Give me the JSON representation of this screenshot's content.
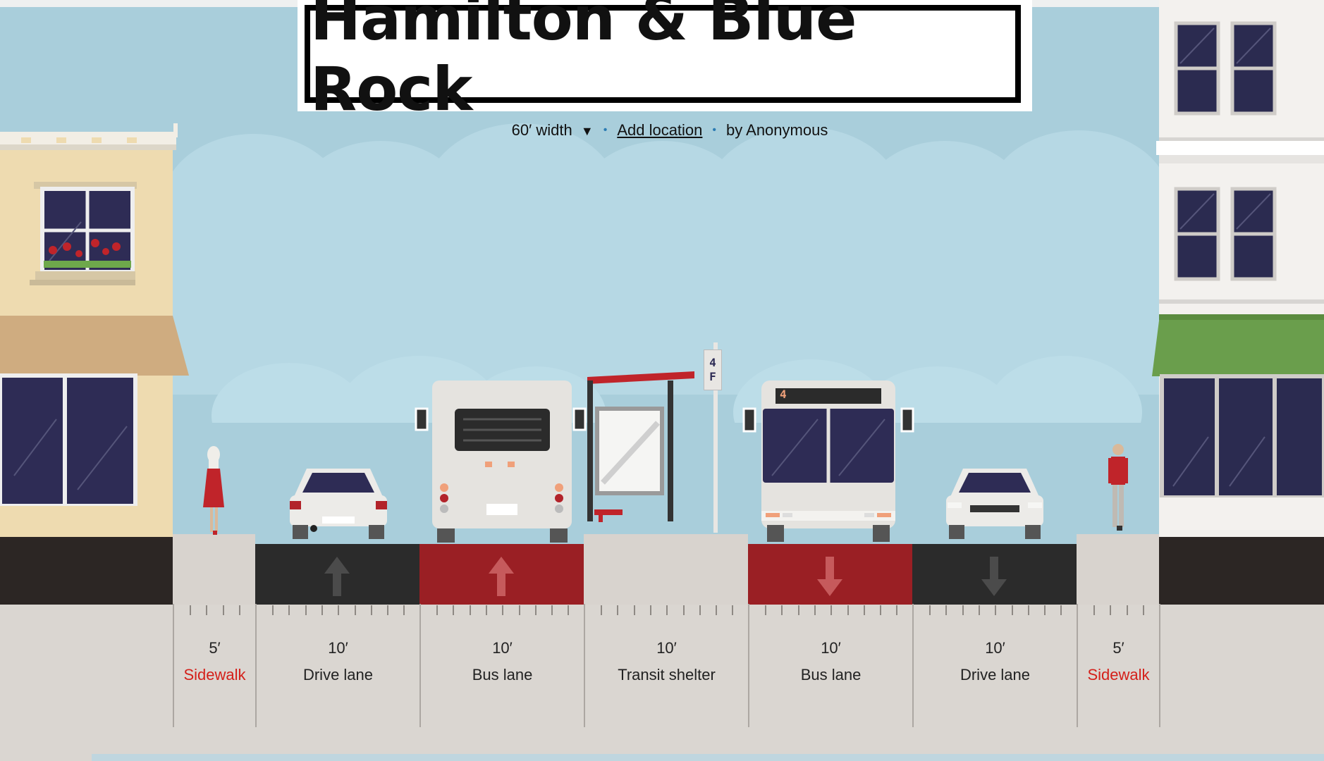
{
  "street": {
    "name": "Hamilton & Blue Rock",
    "width_label": "60′ width",
    "width_caret": "▼",
    "add_location": "Add location",
    "author": "by Anonymous",
    "separator": "•"
  },
  "segments": [
    {
      "width": "5′",
      "name": "Sidewalk",
      "warning": true
    },
    {
      "width": "10′",
      "name": "Drive lane",
      "warning": false
    },
    {
      "width": "10′",
      "name": "Bus lane",
      "warning": false
    },
    {
      "width": "10′",
      "name": "Transit shelter",
      "warning": false
    },
    {
      "width": "10′",
      "name": "Bus lane",
      "warning": false
    },
    {
      "width": "10′",
      "name": "Drive lane",
      "warning": false
    },
    {
      "width": "5′",
      "name": "Sidewalk",
      "warning": true
    }
  ],
  "bus_sign": {
    "line1": "4",
    "line2": "F"
  },
  "bus_route_display": "4",
  "colors": {
    "sky": "#a9cedb",
    "drive_lane": "#2b2b2b",
    "bus_lane": "#9a1f24",
    "sidewalk": "#d8d3ce",
    "warning_text": "#d4201a",
    "awning_green": "#6a9e4c"
  }
}
